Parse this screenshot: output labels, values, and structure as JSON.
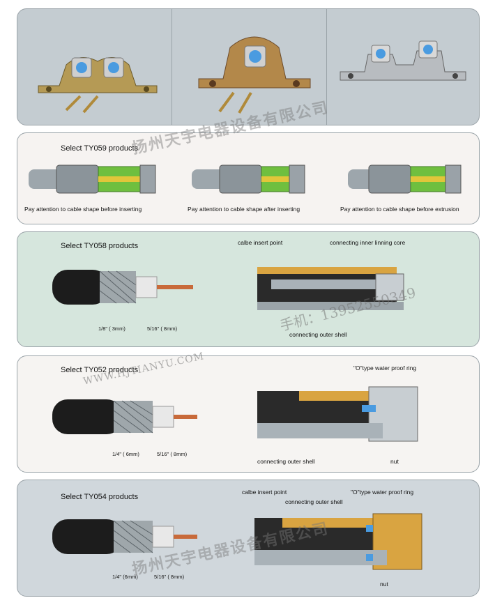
{
  "panel1": {
    "items": [
      "bracket-two-port",
      "bracket-single-port",
      "bracket-two-port-grey"
    ]
  },
  "panel2": {
    "title": "Select TY059 products",
    "captions": [
      "Pay attention to cable shape before inserting",
      "Pay attention to cable shape after inserting",
      "Pay attention to cable shape before extrusion"
    ]
  },
  "panel3": {
    "title": "Select TY058 products",
    "dim1": "1/8\" ( 3mm)",
    "dim2": "5/16\" ( 8mm)",
    "label_insert": "calbe insert point",
    "label_core": "connecting inner linning core",
    "label_shell": "connecting outer shell"
  },
  "panel4": {
    "title": "Select TY052 products",
    "dim1": "1/4\" ( 6mm)",
    "dim2": "5/16\" ( 8mm)",
    "label_ring": "\"O\"type water proof ring",
    "label_shell": "connecting outer shell",
    "label_nut": "nut"
  },
  "panel5": {
    "title": "Select TY054 products",
    "dim1": "1/4\" (6mm)",
    "dim2": "5/16\" ( 8mm)",
    "label_insert": "calbe insert point",
    "label_ring": "\"O\"type water proof ring",
    "label_shell": "connecting outer shell",
    "label_nut": "nut"
  },
  "watermark": {
    "company": "扬州天宇电器设备有限公司",
    "phone": "手机：13952550349",
    "website": "WWW.HJTIANYU.COM"
  },
  "colors": {
    "brass": "#d9a441",
    "copper": "#c86a3a",
    "steel": "#a9b2b8",
    "cable_black": "#1c1c1c",
    "blue_port": "#4a9be0"
  }
}
